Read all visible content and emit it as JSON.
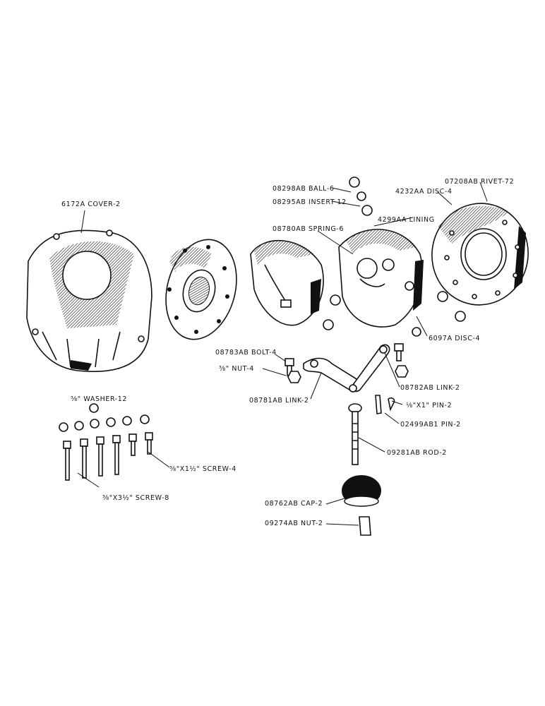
{
  "labels": {
    "cover": "6172A COVER-2",
    "ball": "08298AB BALL-6",
    "insert": "08295AB INSERT-12",
    "spring": "08780AB SPRING-6",
    "lining": "4299AA LINING",
    "disc4232": "4232AA DISC-4",
    "rivet": "07208AB RIVET-72",
    "disc6097": "6097A DISC-4",
    "bolt": "08783AB BOLT-4",
    "nut4": "⅜\" NUT-4",
    "link_left": "08781AB LINK-2",
    "link_right": "08782AB LINK-2",
    "pin_small": "⅛\"X1\" PIN-2",
    "pin_02499": "02499AB1 PIN-2",
    "washer": "⅜\" WASHER-12",
    "rod": "09281AB ROD-2",
    "screw4": "⅜\"X1½\" SCREW-4",
    "screw8": "⅜\"X3½\" SCREW-8",
    "cap": "08762AB CAP-2",
    "nut2": "09274AB NUT-2"
  }
}
